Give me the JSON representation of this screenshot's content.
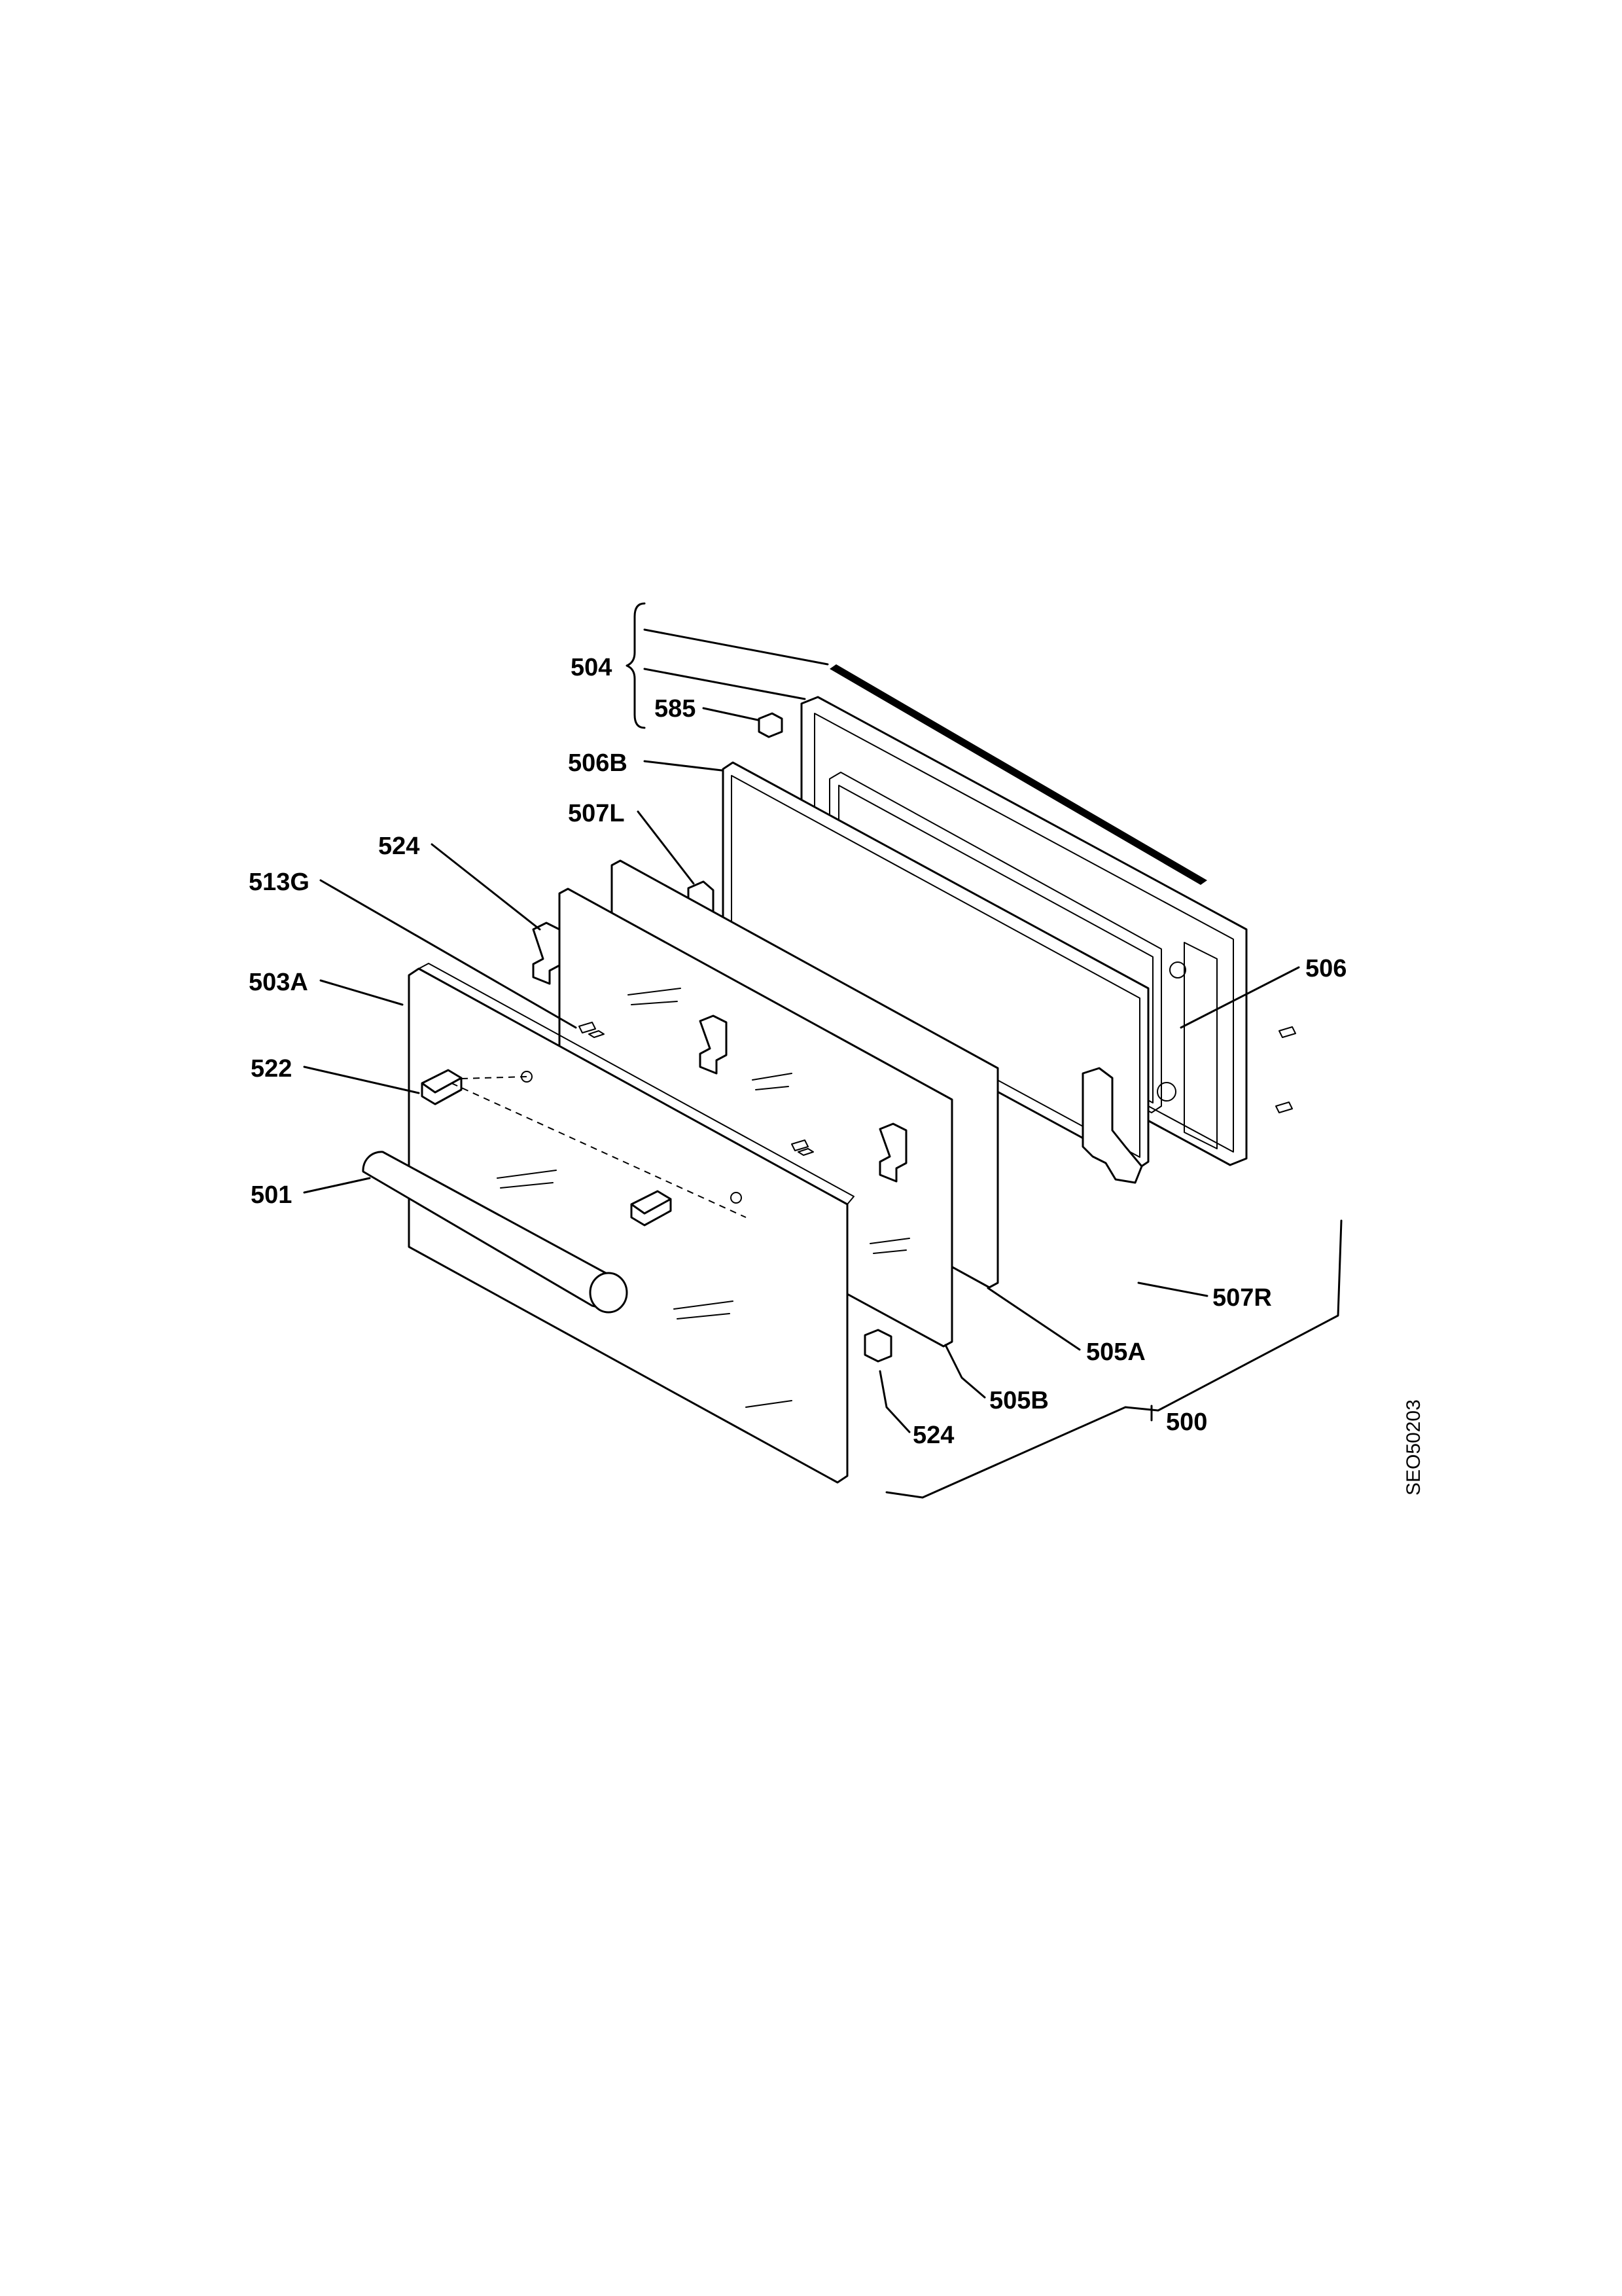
{
  "diagram": {
    "callouts": {
      "c504": "504",
      "c585": "585",
      "c506B": "506B",
      "c507L": "507L",
      "c524_top": "524",
      "c513G": "513G",
      "c503A": "503A",
      "c522": "522",
      "c501": "501",
      "c506": "506",
      "c507R": "507R",
      "c505A": "505A",
      "c505B": "505B",
      "c500": "500",
      "c524_bottom": "524"
    },
    "document_id": "SEO50203"
  }
}
